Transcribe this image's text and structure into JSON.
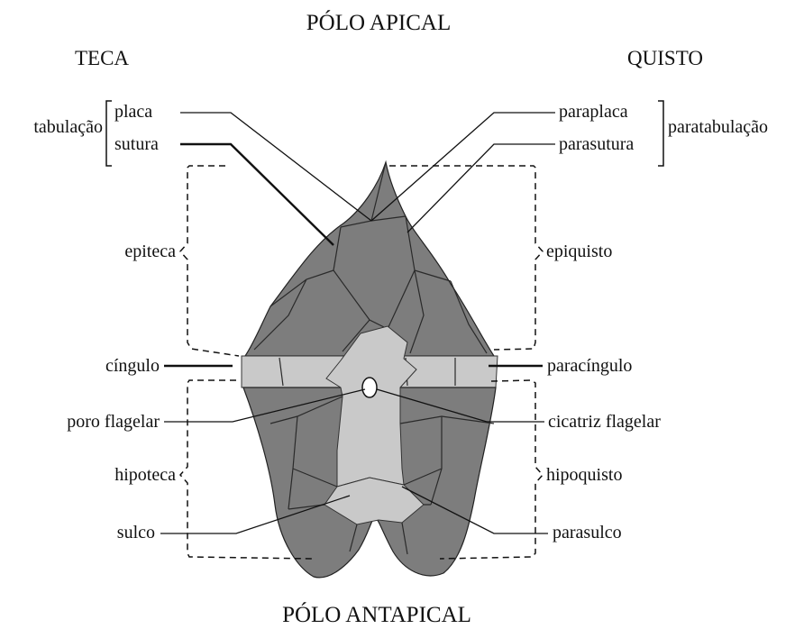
{
  "titles": {
    "top": "PÓLO APICAL",
    "bottom": "PÓLO ANTAPICAL",
    "left_header": "TECA",
    "right_header": "QUISTO"
  },
  "left_labels": {
    "group": "tabulação",
    "placa": "placa",
    "sutura": "sutura",
    "epiteca": "epiteca",
    "cingulo": "cíngulo",
    "poro_flagelar": "poro flagelar",
    "hipoteca": "hipoteca",
    "sulco": "sulco"
  },
  "right_labels": {
    "group": "paratabulação",
    "paraplaca": "paraplaca",
    "parasutura": "parasutura",
    "epiquisto": "epiquisto",
    "paracingulo": "paracíngulo",
    "cicatriz_flagelar": "cicatriz flagelar",
    "hipoquisto": "hipoquisto",
    "parasulco": "parasulco"
  },
  "colors": {
    "dark_plate": "#7d7d7d",
    "light_plate": "#c9c9c9"
  }
}
